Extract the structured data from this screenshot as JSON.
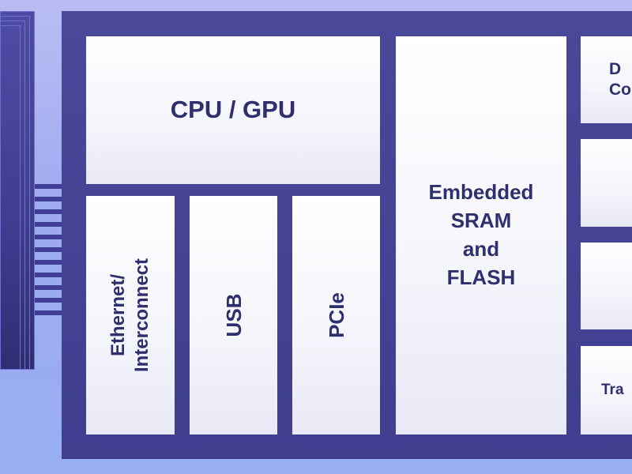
{
  "diagram": {
    "blocks": {
      "cpu_gpu": "CPU / GPU",
      "ethernet": "Ethernet/\nInterconnect",
      "usb": "USB",
      "pcie": "PCIe",
      "memory": "Embedded\nSRAM\nand\nFLASH",
      "right_top": "D\nCo",
      "right_bottom": "Tra"
    }
  },
  "colors": {
    "background_top": "#b9bdf3",
    "background_bottom": "#98aef2",
    "chip": "#403e92",
    "block_fill": "#f4f4fb",
    "text": "#2f2f6e"
  }
}
